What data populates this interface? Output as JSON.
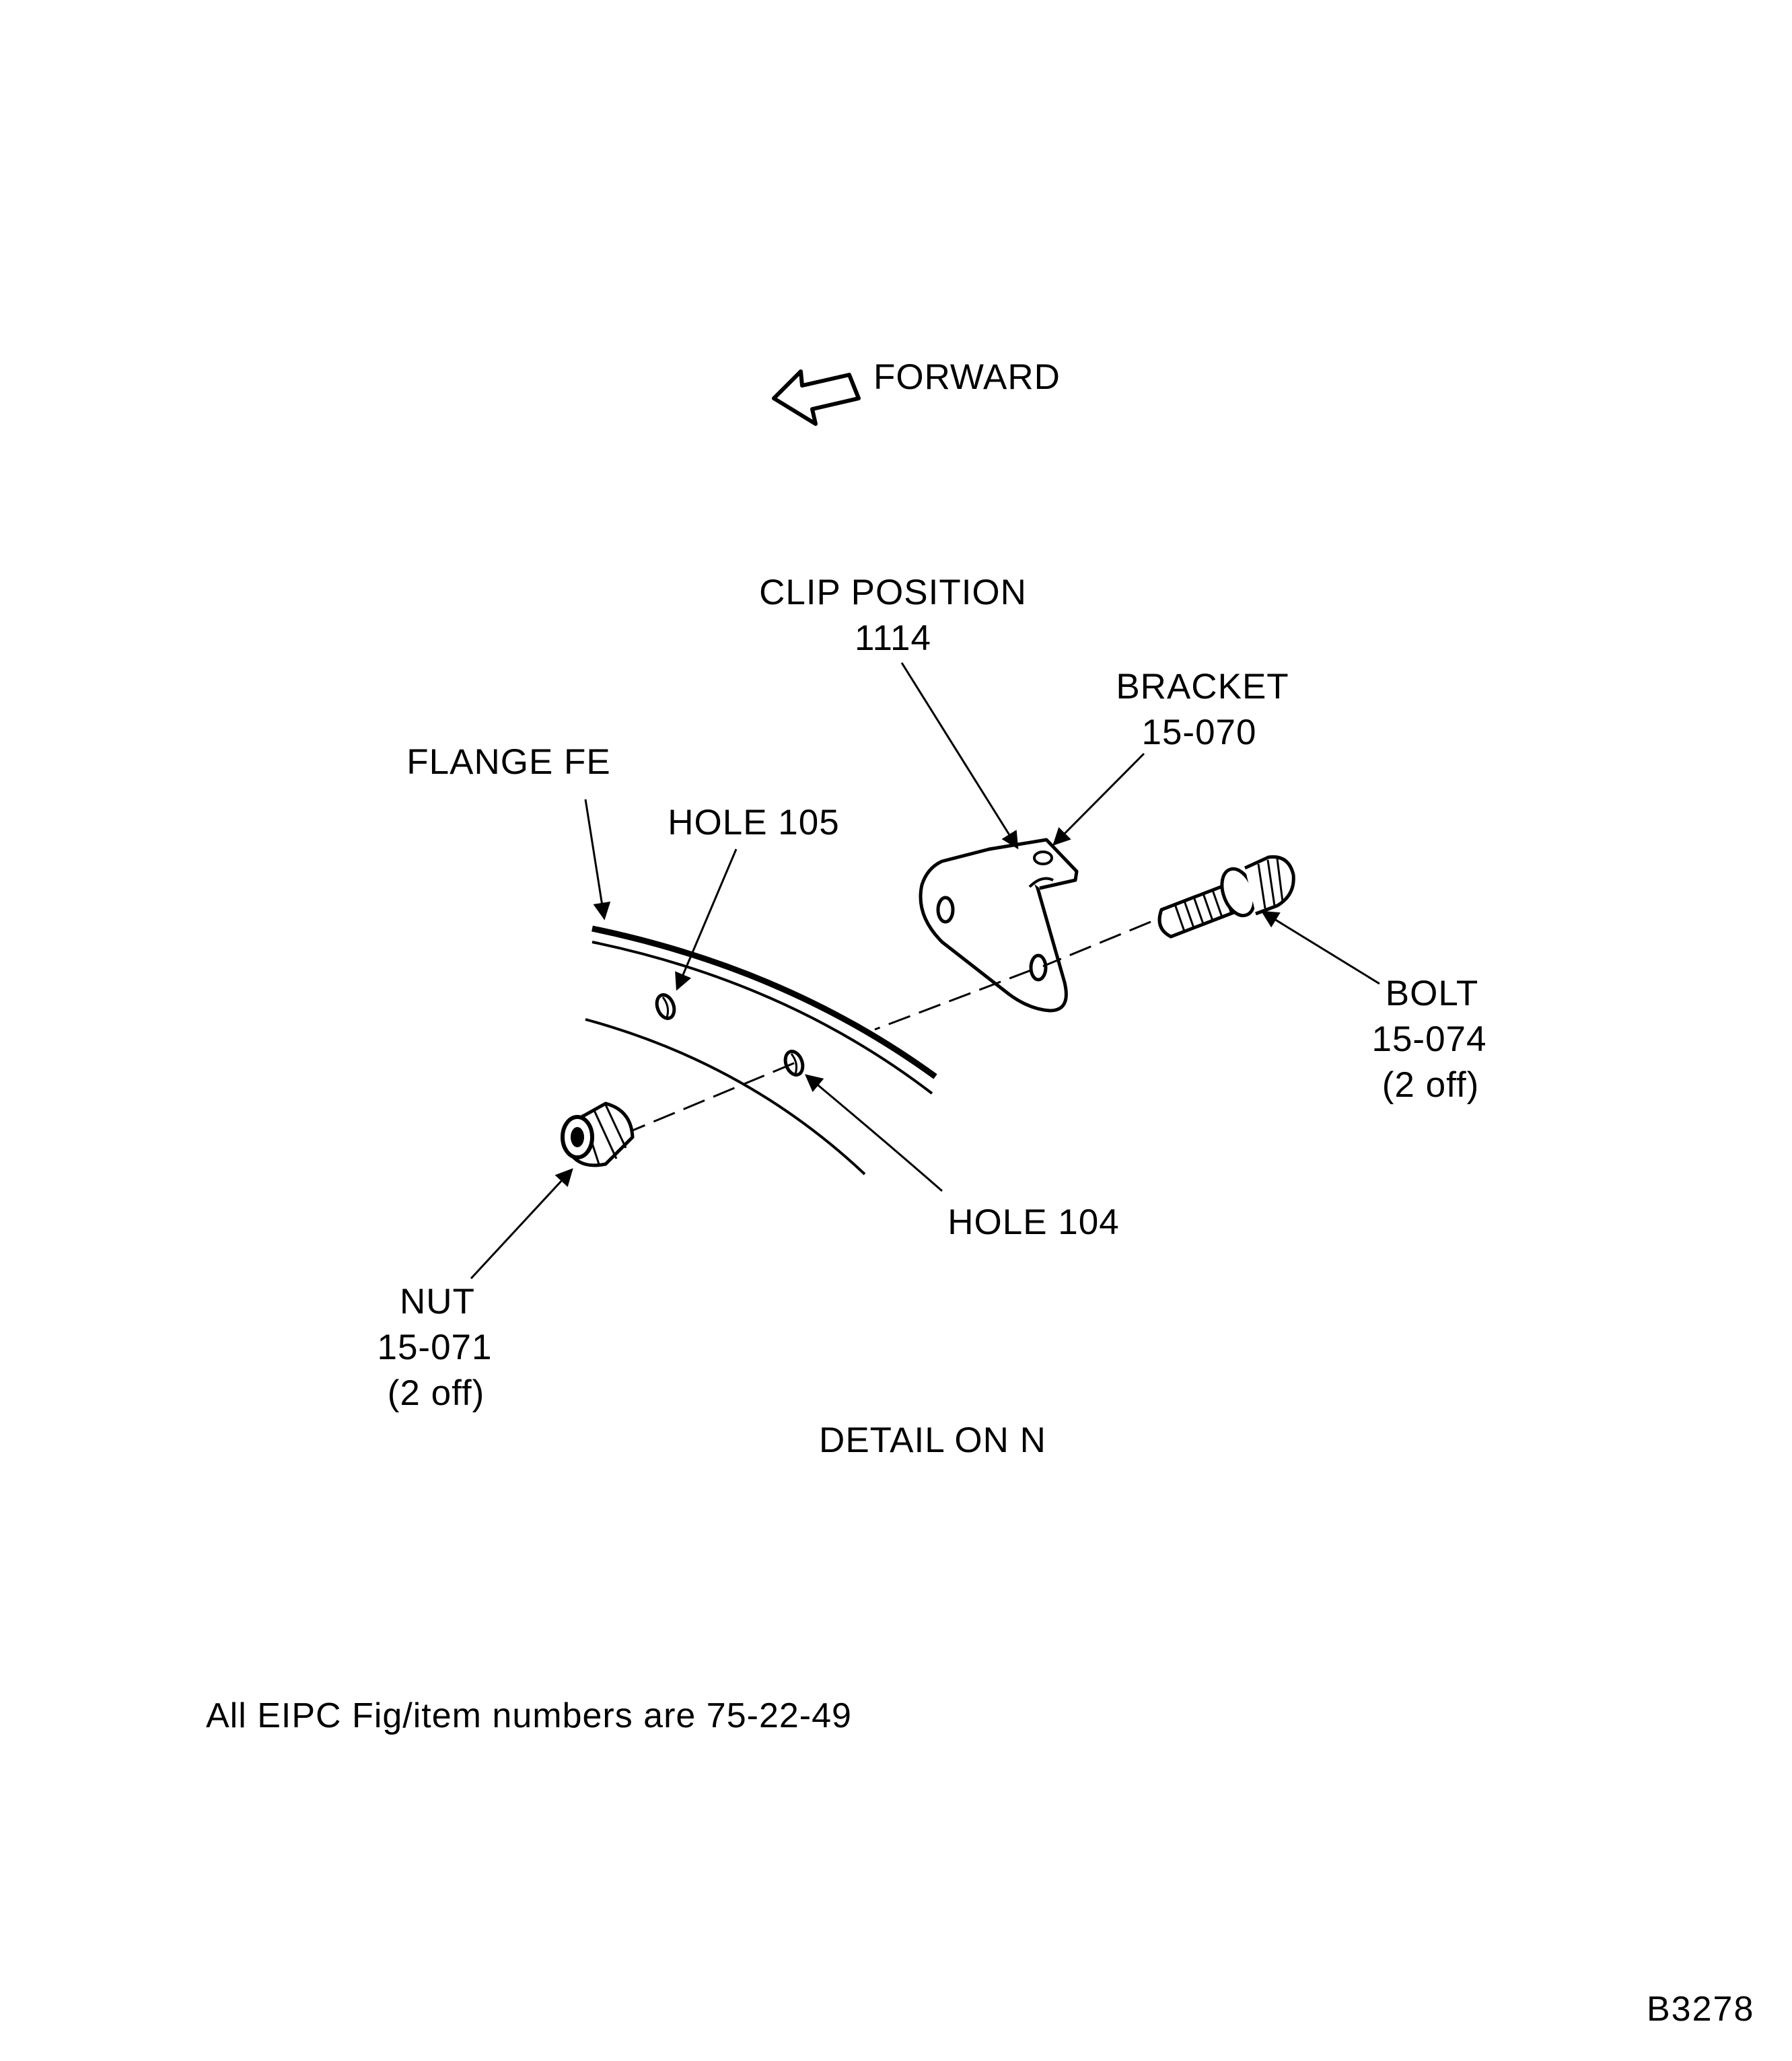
{
  "direction_indicator": {
    "label": "FORWARD",
    "icon": "hollow-arrow-left-icon"
  },
  "callouts": {
    "clip_position": {
      "name": "CLIP POSITION",
      "number": "1114"
    },
    "bracket": {
      "name": "BRACKET",
      "part": "15-070"
    },
    "flange": {
      "name": "FLANGE FE"
    },
    "hole_105": {
      "name": "HOLE 105"
    },
    "hole_104": {
      "name": "HOLE 104"
    },
    "bolt": {
      "name": "BOLT",
      "part": "15-074",
      "qty": "(2 off)"
    },
    "nut": {
      "name": "NUT",
      "part": "15-071",
      "qty": "(2 off)"
    }
  },
  "view_caption": "DETAIL ON N",
  "eipc_note": "All EIPC Fig/item numbers are 75-22-49",
  "figure_ref": "B3278",
  "colors": {
    "ink": "#000000",
    "paper": "#ffffff"
  }
}
